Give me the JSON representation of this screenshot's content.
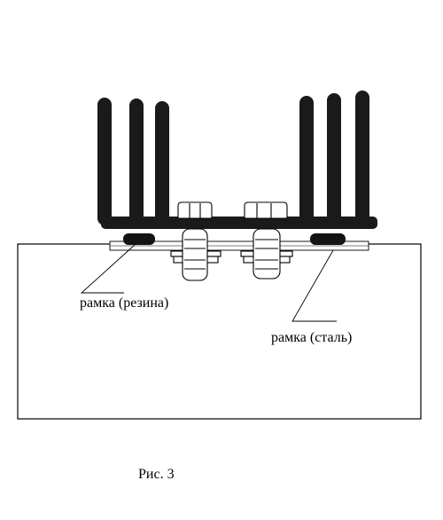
{
  "diagram": {
    "labels": {
      "rubber_frame": "рамка (резина)",
      "steel_frame": "рамка (сталь)"
    },
    "caption": "Рис. 3",
    "colors": {
      "line": "#000000",
      "fill": "#1a1a1a",
      "background": "#ffffff"
    }
  }
}
